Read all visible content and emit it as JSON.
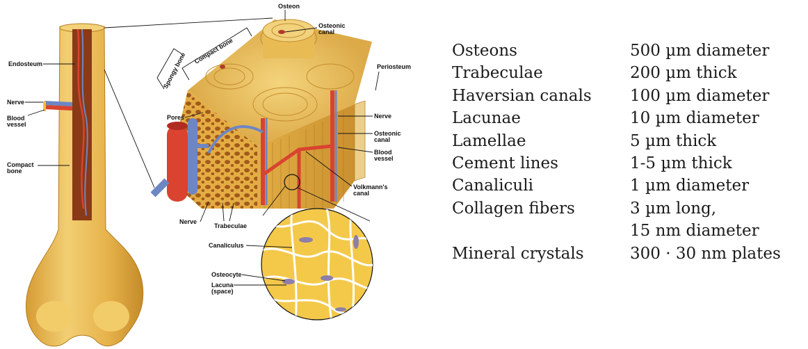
{
  "labels": {
    "osteon": "Osteon",
    "osteonic_canal_top": "Osteonic canal",
    "compact_bone_top": "Compact bone",
    "spongy_bone": "Spongy bone",
    "periosteum": "Periosteum",
    "endosteum": "Endosteum",
    "nerve_left": "Nerve",
    "blood_vessel_left": "Blood vessel",
    "compact_bone_left": "Compact bone",
    "pores": "Pores",
    "nerve_right": "Nerve",
    "osteonic_canal_right": "Osteonic canal",
    "blood_vessel_right": "Blood vessel",
    "volkmanns_canal": "Volkmann's canal",
    "nerve_bottom": "Nerve",
    "trabeculae": "Trabeculae",
    "canaliculus": "Canaliculus",
    "osteocyte": "Osteocyte",
    "lacuna": "Lacuna (space)"
  },
  "sizes": [
    {
      "name": "Osteons",
      "value": "500 µm diameter"
    },
    {
      "name": "Trabeculae",
      "value": "200 µm thick"
    },
    {
      "name": "Haversian canals",
      "value": "100 µm diameter"
    },
    {
      "name": "Lacunae",
      "value": "10 µm diameter"
    },
    {
      "name": "Lamellae",
      "value": "5 µm thick"
    },
    {
      "name": "Cement lines",
      "value": "1-5 µm thick"
    },
    {
      "name": "Canaliculi",
      "value": "1 µm diameter"
    },
    {
      "name": "Collagen fibers",
      "value": "3 µm long,"
    },
    {
      "name": "",
      "value": "15 nm diameter"
    },
    {
      "name": "Mineral crystals",
      "value": "300 · 30 nm plates"
    }
  ],
  "colors": {
    "bone_light": "#f0cf72",
    "bone_mid": "#e3b44c",
    "bone_dark": "#c98f2a",
    "marrow": "#8a3a16",
    "artery": "#d9432f",
    "vein": "#6d86c4",
    "cell": "#8d7fa8"
  }
}
